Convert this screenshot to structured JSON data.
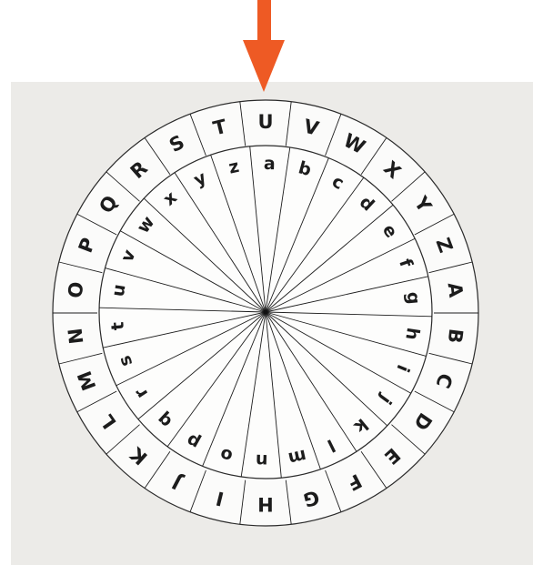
{
  "colors": {
    "arrow": "#ee5a24",
    "paper": "#ecebe8",
    "disc": "#fbfbfa",
    "ink": "#1c1c1c"
  },
  "pointer": {
    "icon": "arrow-down-icon"
  },
  "cipher_wheel": {
    "outer_ring": [
      "U",
      "V",
      "W",
      "X",
      "Y",
      "Z",
      "A",
      "B",
      "C",
      "D",
      "E",
      "F",
      "G",
      "H",
      "I",
      "J",
      "K",
      "L",
      "M",
      "N",
      "O",
      "P",
      "Q",
      "R",
      "S",
      "T"
    ],
    "inner_ring": [
      "a",
      "b",
      "c",
      "d",
      "e",
      "f",
      "g",
      "h",
      "i",
      "j",
      "k",
      "l",
      "m",
      "n",
      "o",
      "p",
      "q",
      "r",
      "s",
      "t",
      "u",
      "v",
      "w",
      "x",
      "y",
      "z"
    ]
  }
}
